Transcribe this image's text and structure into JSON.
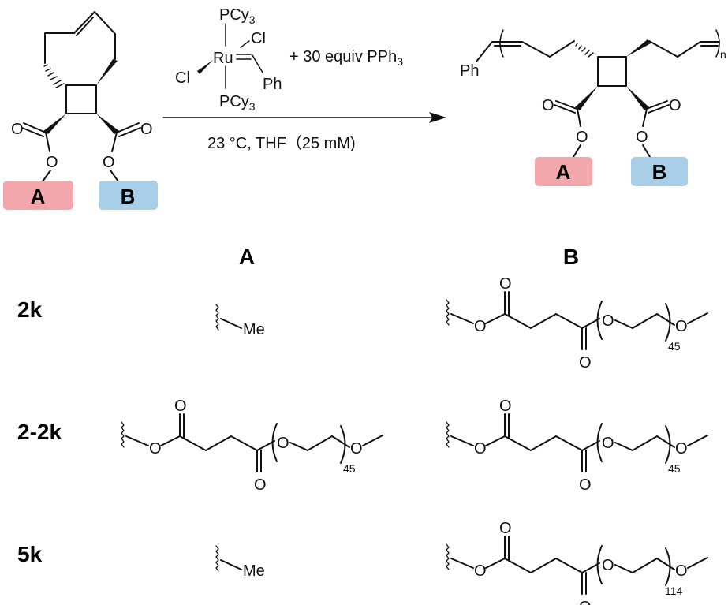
{
  "reaction": {
    "catalyst": {
      "ligand_top": "PCy",
      "ligand_bottom": "PCy",
      "ligand_sub": "3",
      "metal": "Ru",
      "cl1": "Cl",
      "cl2": "Cl",
      "ph": "Ph"
    },
    "additive": "+ 30 equiv PPh",
    "additive_sub": "3",
    "conditions": "23 °C, THF（25 mM)",
    "monomer": {
      "o_label": "O",
      "a_label": "A",
      "b_label": "B"
    },
    "polymer": {
      "end_group": "Ph",
      "repeat": "n",
      "a_label": "A",
      "b_label": "B",
      "o_label": "O"
    },
    "colors": {
      "a_box": "#f2a7ad",
      "b_box": "#a9cfe8"
    }
  },
  "table": {
    "headers": {
      "a": "A",
      "b": "B"
    },
    "rows": [
      {
        "label": "2k",
        "a": {
          "type": "methyl",
          "text": "Me"
        },
        "b": {
          "type": "peg",
          "o": "O",
          "n": "45"
        }
      },
      {
        "label": "2-2k",
        "a": {
          "type": "peg",
          "o": "O",
          "n": "45"
        },
        "b": {
          "type": "peg",
          "o": "O",
          "n": "45"
        }
      },
      {
        "label": "5k",
        "a": {
          "type": "methyl",
          "text": "Me"
        },
        "b": {
          "type": "peg",
          "o": "O",
          "n": "114"
        }
      }
    ]
  }
}
